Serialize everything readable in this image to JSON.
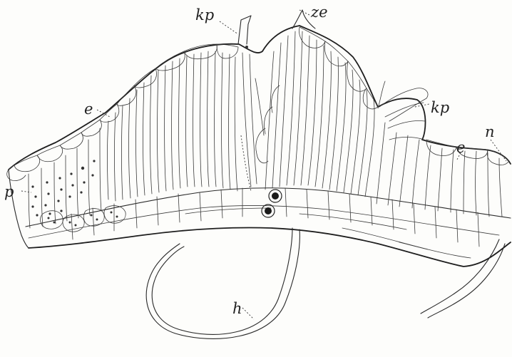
{
  "figure": {
    "labels": {
      "kp_top": "kp",
      "ze": "ze",
      "kp_right": "kp",
      "e_left": "e",
      "e_right": "e",
      "n": "n",
      "p": "p",
      "h": "h"
    }
  }
}
